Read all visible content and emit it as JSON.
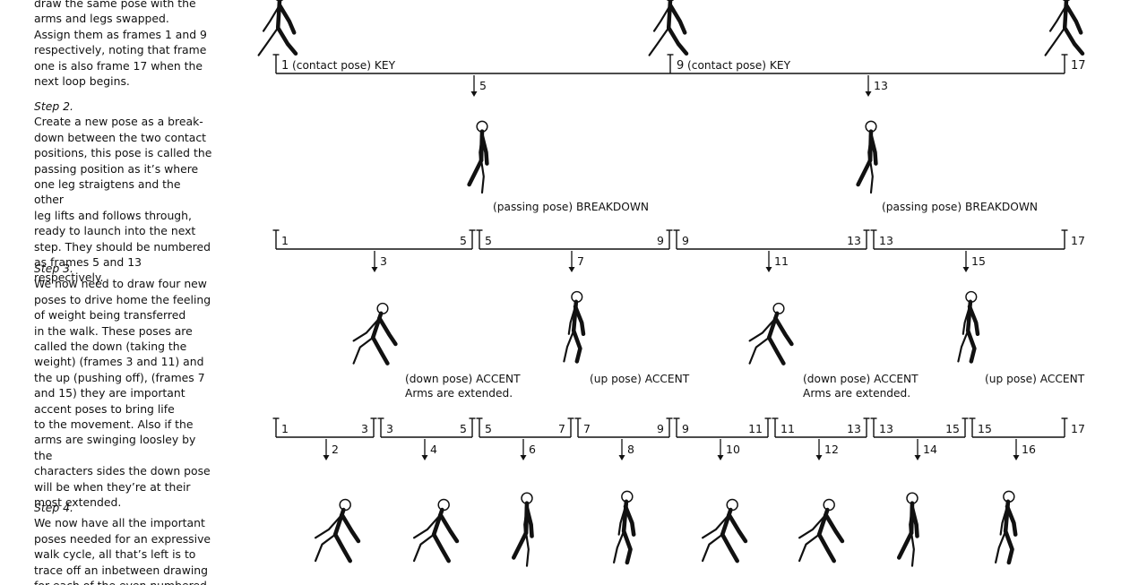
{
  "sidebar": {
    "intro": "draw the same pose with the\narms and legs swapped.\nAssign them as frames 1 and 9\nrespectively, noting that frame\none is also frame 17 when the\nnext loop begins.",
    "steps": [
      {
        "title": "Step 2.",
        "body": "Create a new pose as a break-\ndown between the two contact\npositions, this pose is called the\npassing position as it’s where\none leg straigtens and the other\nleg lifts and follows through,\nready to launch into the next\nstep. They should be numbered\nas frames 5 and 13 respectively."
      },
      {
        "title": "Step 3.",
        "body": "We now need to draw four new\nposes to drive home the feeling\nof weight being transferred\nin the walk. These poses are\ncalled the down (taking the\nweight) (frames 3 and 11) and\nthe up (pushing off), (frames 7\nand 15) they are important\naccent poses to bring life\nto the movement. Also if the\narms are swinging loosley by the\ncharacters sides the down pose\nwill be when they’re at their\nmost extended."
      },
      {
        "title": "Step 4.",
        "body": "We now have all the important\nposes needed for an expressive\nwalk cycle, all that’s left is to\ntrace off an inbetween drawing\nfor each of the even numbered"
      }
    ]
  },
  "diagram": {
    "key_row": {
      "start_frame": "1",
      "start_label": "(contact pose) KEY",
      "mid_frame": "9",
      "mid_label": "(contact pose) KEY",
      "end_frame": "17",
      "children": [
        "5",
        "13"
      ]
    },
    "breakdown_row": {
      "pose_labels": [
        "(passing pose) BREAKDOWN",
        "(passing pose) BREAKDOWN"
      ],
      "brackets": [
        [
          "1",
          "5"
        ],
        [
          "5",
          "9"
        ],
        [
          "9",
          "13"
        ],
        [
          "13",
          ""
        ]
      ],
      "end_frame": "17",
      "children": [
        "3",
        "7",
        "11",
        "15"
      ]
    },
    "accent_row": {
      "pose_labels": [
        "(down pose) ACCENT",
        "(up pose) ACCENT",
        "(down pose) ACCENT",
        "(up pose) ACCENT"
      ],
      "pose_notes": [
        "Arms are extended.",
        "",
        "Arms are extended.",
        ""
      ],
      "brackets": [
        [
          "1",
          "3"
        ],
        [
          "3",
          "5"
        ],
        [
          "5",
          "7"
        ],
        [
          "7",
          "9"
        ],
        [
          "9",
          "11"
        ],
        [
          "11",
          "13"
        ],
        [
          "13",
          "15"
        ],
        [
          "15",
          ""
        ]
      ],
      "end_frame": "17",
      "children": [
        "2",
        "4",
        "6",
        "8",
        "10",
        "12",
        "14",
        "16"
      ]
    },
    "ink_color": "#111111"
  }
}
